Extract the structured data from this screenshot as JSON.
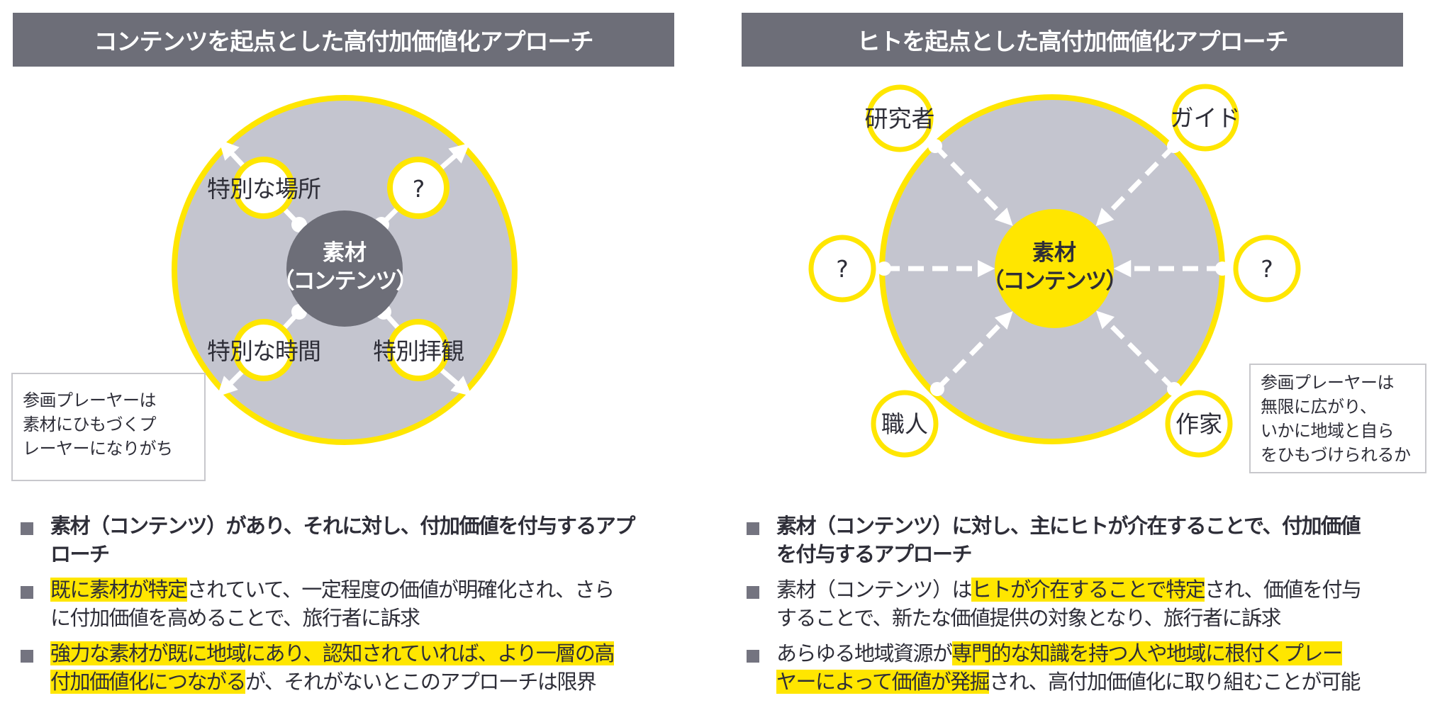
{
  "colors": {
    "header": "#6d6e78",
    "ellipse": "#c4c5cf",
    "yellow": "#ffe600",
    "dark": "#6d6e78",
    "text": "#2e2e38"
  },
  "left": {
    "title": "コンテンツを起点とした高付加価値化アプローチ",
    "center": [
      "素材",
      "（コンテンツ）"
    ],
    "nodes": [
      "特別な場所",
      "?",
      "特別な時間",
      "特別拝観"
    ],
    "note": [
      "参画プレーヤーは",
      "素材にひもづくプ",
      "レーヤーになりがち"
    ],
    "bullets": [
      {
        "bold": true,
        "lines": [
          [
            {
              "t": "素材（コンテンツ）があり、それに対し、付加価値を付与するアプ"
            }
          ],
          [
            {
              "t": "ローチ"
            }
          ]
        ]
      },
      {
        "bold": false,
        "lines": [
          [
            {
              "t": "既に素材が特定",
              "h": true
            },
            {
              "t": "されていて、一定程度の価値が明確化され、さら"
            }
          ],
          [
            {
              "t": "に付加価値を高めることで、旅行者に訴求"
            }
          ]
        ]
      },
      {
        "bold": false,
        "lines": [
          [
            {
              "t": "強力な素材が既に地域にあり、認知されていれば、より一層の高",
              "h": true
            }
          ],
          [
            {
              "t": "付加価値化につながる",
              "h": true
            },
            {
              "t": "が、それがないとこのアプローチは限界"
            }
          ]
        ]
      }
    ]
  },
  "right": {
    "title": "ヒトを起点とした高付加価値化アプローチ",
    "center": [
      "素材",
      "（コンテンツ）"
    ],
    "nodes": [
      "研究者",
      "ガイド",
      "?",
      "?",
      "職人",
      "作家"
    ],
    "note": [
      "参画プレーヤーは",
      "無限に広がり、",
      "いかに地域と自ら",
      "をひもづけられるか"
    ],
    "bullets": [
      {
        "bold": true,
        "lines": [
          [
            {
              "t": "素材（コンテンツ）に対し、主にヒトが介在することで、付加価値"
            }
          ],
          [
            {
              "t": "を付与するアプローチ"
            }
          ]
        ]
      },
      {
        "bold": false,
        "lines": [
          [
            {
              "t": "素材（コンテンツ）は"
            },
            {
              "t": "ヒトが介在することで特定",
              "h": true
            },
            {
              "t": "され、価値を付与"
            }
          ],
          [
            {
              "t": "することで、新たな価値提供の対象となり、旅行者に訴求"
            }
          ]
        ]
      },
      {
        "bold": false,
        "lines": [
          [
            {
              "t": "あらゆる地域資源が"
            },
            {
              "t": "専門的な知識を持つ人や地域に根付くプレー",
              "h": true
            }
          ],
          [
            {
              "t": "ヤーによって価値が発掘",
              "h": true
            },
            {
              "t": "され、高付加価値化に取り組むことが可能"
            }
          ]
        ]
      }
    ]
  }
}
